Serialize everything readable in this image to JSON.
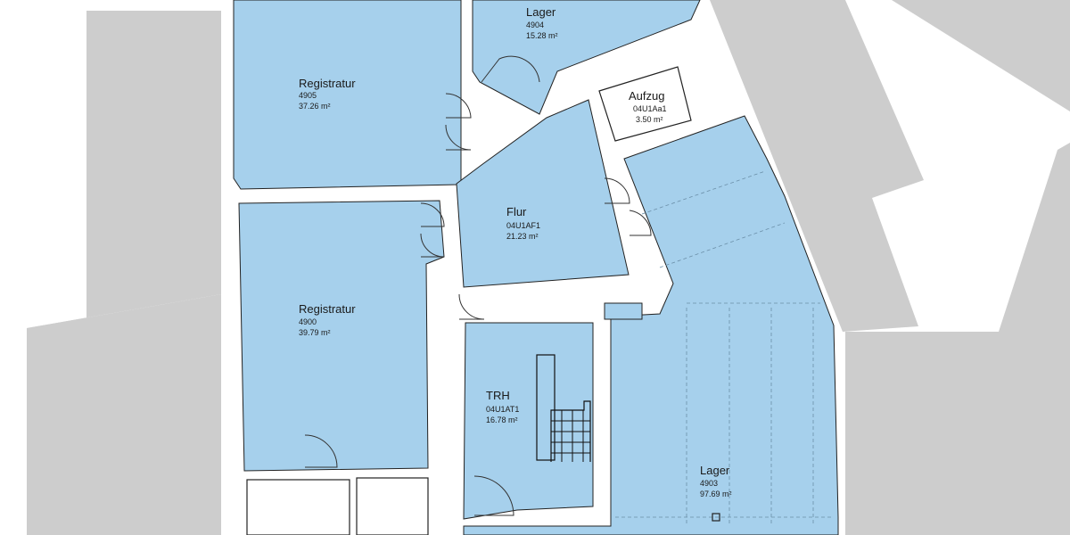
{
  "colors": {
    "room_fill": "#a6d0ec",
    "surrounding_fill": "#cdcdcd",
    "wall": "#ffffff",
    "line": "#222222",
    "stair_line": "#111111"
  },
  "rooms": {
    "lager_4904": {
      "name": "Lager",
      "id": "4904",
      "area": "15.28 m²"
    },
    "registratur_4905": {
      "name": "Registratur",
      "id": "4905",
      "area": "37.26 m²"
    },
    "aufzug": {
      "name": "Aufzug",
      "id": "04U1Aa1",
      "area": "3.50 m²"
    },
    "flur": {
      "name": "Flur",
      "id": "04U1AF1",
      "area": "21.23 m²"
    },
    "registratur_4900": {
      "name": "Registratur",
      "id": "4900",
      "area": "39.79 m²"
    },
    "trh": {
      "name": "TRH",
      "id": "04U1AT1",
      "area": "16.78 m²"
    },
    "lager_4903": {
      "name": "Lager",
      "id": "4903",
      "area": "97.69 m²"
    }
  }
}
